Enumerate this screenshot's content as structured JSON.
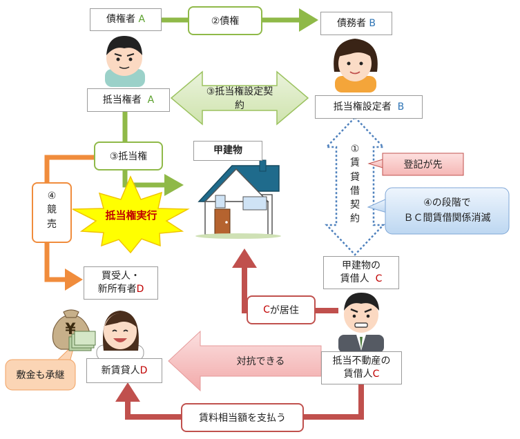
{
  "parties": {
    "creditor": {
      "name": "債権者",
      "tag": "A"
    },
    "debtor": {
      "name": "債務者",
      "tag": "B"
    },
    "mortgagee": {
      "name": "抵当権者",
      "tag": "A"
    },
    "mortgagor": {
      "name": "抵当権設定者",
      "tag": "B"
    },
    "buyer": {
      "line1": "買受人・",
      "line2": "新所有者",
      "tag": "D"
    },
    "tenant": {
      "line1": "甲建物の",
      "line2": "賃借人",
      "tag": "C"
    },
    "new_lessor": {
      "name": "新賃貸人",
      "tag": "D"
    },
    "lessee": {
      "line1": "抵当不動産の",
      "line2": "賃借人",
      "tag": "C"
    }
  },
  "property": {
    "name": "甲建物"
  },
  "arrows": {
    "claim": "②債権",
    "mortgage_contract": "③抵当権設定契約",
    "mortgage_right": "③抵当権",
    "auction_chars": [
      "④",
      "競",
      "売"
    ],
    "lease_chars": [
      "①",
      "賃",
      "貸",
      "借",
      "契",
      "約"
    ],
    "residence": {
      "tag": "C",
      "text": "が居住"
    },
    "oppose": "対抗できる",
    "rent": "賃料相当額を支払う"
  },
  "burst": "抵当権実行",
  "callouts": {
    "registration": "登記が先",
    "stage_line1": "④の段階で",
    "stage_line2": "ＢＣ間賃借関係消滅",
    "deposit": "敷金も承継"
  },
  "icons": {
    "money": "¥"
  },
  "colors": {
    "green": "#8fb948",
    "orange": "#f08c3c",
    "red_arrow": "#c0504d",
    "blue_dots": "#4f81bd"
  }
}
